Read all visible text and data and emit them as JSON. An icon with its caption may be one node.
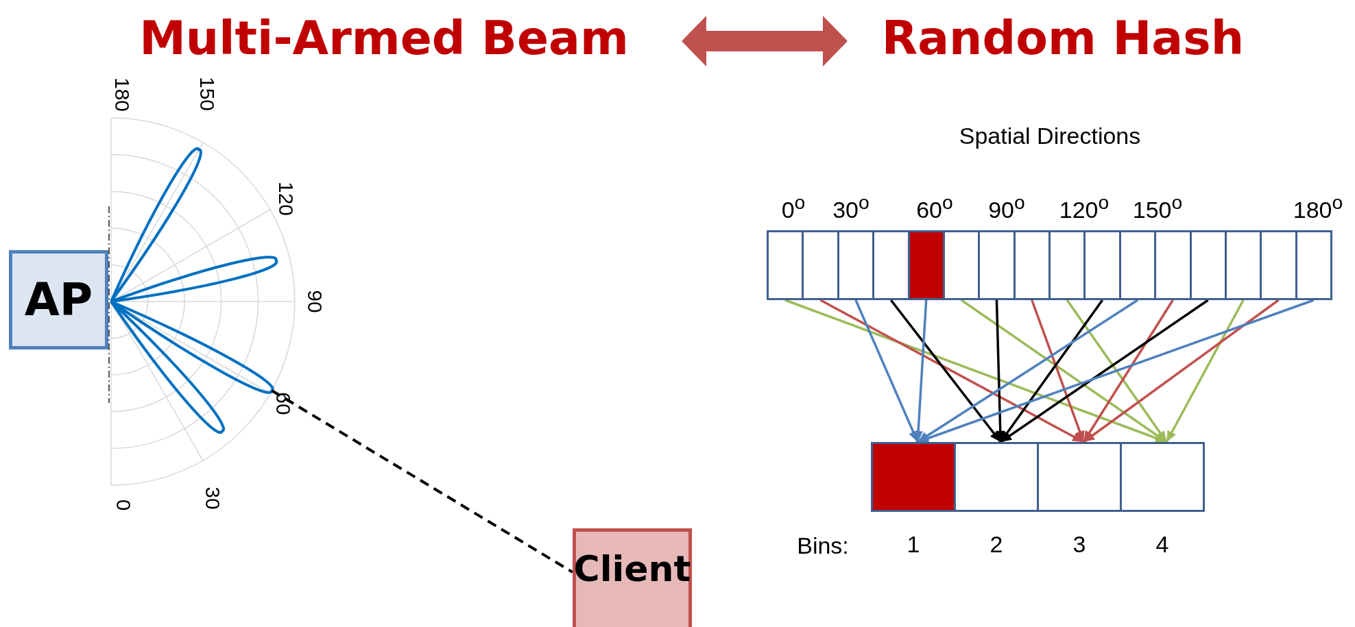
{
  "diagram": {
    "nodes": [
      {
        "text": [
          "Multi-Armed Beam"
        ]
      },
      {
        "text": [
          "Random Hash"
        ]
      },
      {
        "text": [
          "AP"
        ]
      },
      {
        "text": [
          "Client"
        ]
      },
      {
        "text": [],
        "shape": "box"
      },
      {
        "text": [],
        "shape": "box"
      },
      {
        "text": [],
        "shape": "box"
      },
      {
        "text": [],
        "shape": "box"
      },
      {
        "text": [],
        "shape": "box"
      },
      {
        "text": [],
        "shape": "box"
      },
      {
        "text": [],
        "shape": "box"
      },
      {
        "text": [],
        "shape": "box"
      },
      {
        "text": [],
        "shape": "box"
      },
      {
        "text": [],
        "shape": "box"
      },
      {
        "text": [],
        "shape": "box"
      },
      {
        "text": [],
        "shape": "box"
      },
      {
        "text": [],
        "shape": "box"
      },
      {
        "text": [],
        "shape": "box"
      },
      {
        "text": [],
        "shape": "box"
      },
      {
        "text": [],
        "shape": "box"
      },
      {
        "text": [],
        "shape": "box",
        "beside": [
          "1"
        ]
      },
      {
        "text": [],
        "shape": "box",
        "beside": [
          "2"
        ]
      },
      {
        "text": [],
        "shape": "box",
        "beside": [
          "3"
        ]
      },
      {
        "text": [],
        "shape": "box",
        "beside": [
          "4"
        ]
      }
    ],
    "edges": [
      {
        "from": 0,
        "to": 1,
        "arrow": "both",
        "style": "thick",
        "color": "#c0504d"
      },
      {
        "from": 2,
        "to": 3,
        "arrow": "none",
        "style": "dashed",
        "color": "#000000"
      },
      {
        "from": 4,
        "to": 23,
        "arrow": "to",
        "color": "#9bbb59"
      },
      {
        "from": 5,
        "to": 22,
        "arrow": "to",
        "color": "#c0504d"
      },
      {
        "from": 6,
        "to": 20,
        "arrow": "to",
        "color": "#4f81bd"
      },
      {
        "from": 7,
        "to": 21,
        "arrow": "to",
        "color": "#000000"
      },
      {
        "from": 8,
        "to": 20,
        "arrow": "to",
        "color": "#4f81bd"
      },
      {
        "from": 9,
        "to": 23,
        "arrow": "to",
        "color": "#9bbb59"
      },
      {
        "from": 10,
        "to": 21,
        "arrow": "to",
        "color": "#000000"
      },
      {
        "from": 11,
        "to": 22,
        "arrow": "to",
        "color": "#c0504d"
      },
      {
        "from": 12,
        "to": 23,
        "arrow": "to",
        "color": "#9bbb59"
      },
      {
        "from": 13,
        "to": 21,
        "arrow": "to",
        "color": "#000000"
      },
      {
        "from": 14,
        "to": 20,
        "arrow": "to",
        "color": "#4f81bd"
      },
      {
        "from": 15,
        "to": 22,
        "arrow": "to",
        "color": "#c0504d"
      },
      {
        "from": 16,
        "to": 21,
        "arrow": "to",
        "color": "#000000"
      },
      {
        "from": 17,
        "to": 23,
        "arrow": "to",
        "color": "#9bbb59"
      },
      {
        "from": 18,
        "to": 22,
        "arrow": "to",
        "color": "#c0504d"
      },
      {
        "from": 19,
        "to": 20,
        "arrow": "to",
        "color": "#4f81bd"
      }
    ],
    "labels": [
      "180",
      "150",
      "120",
      "90",
      "60",
      "30",
      "0",
      "Spatial Directions",
      "0$^{o}$",
      "30$^{o}$",
      "60$^{o}$",
      "90$^{o}$",
      "120$^{o}$",
      "150$^{o}$",
      "180$^{o}$",
      "Bins:"
    ]
  }
}
